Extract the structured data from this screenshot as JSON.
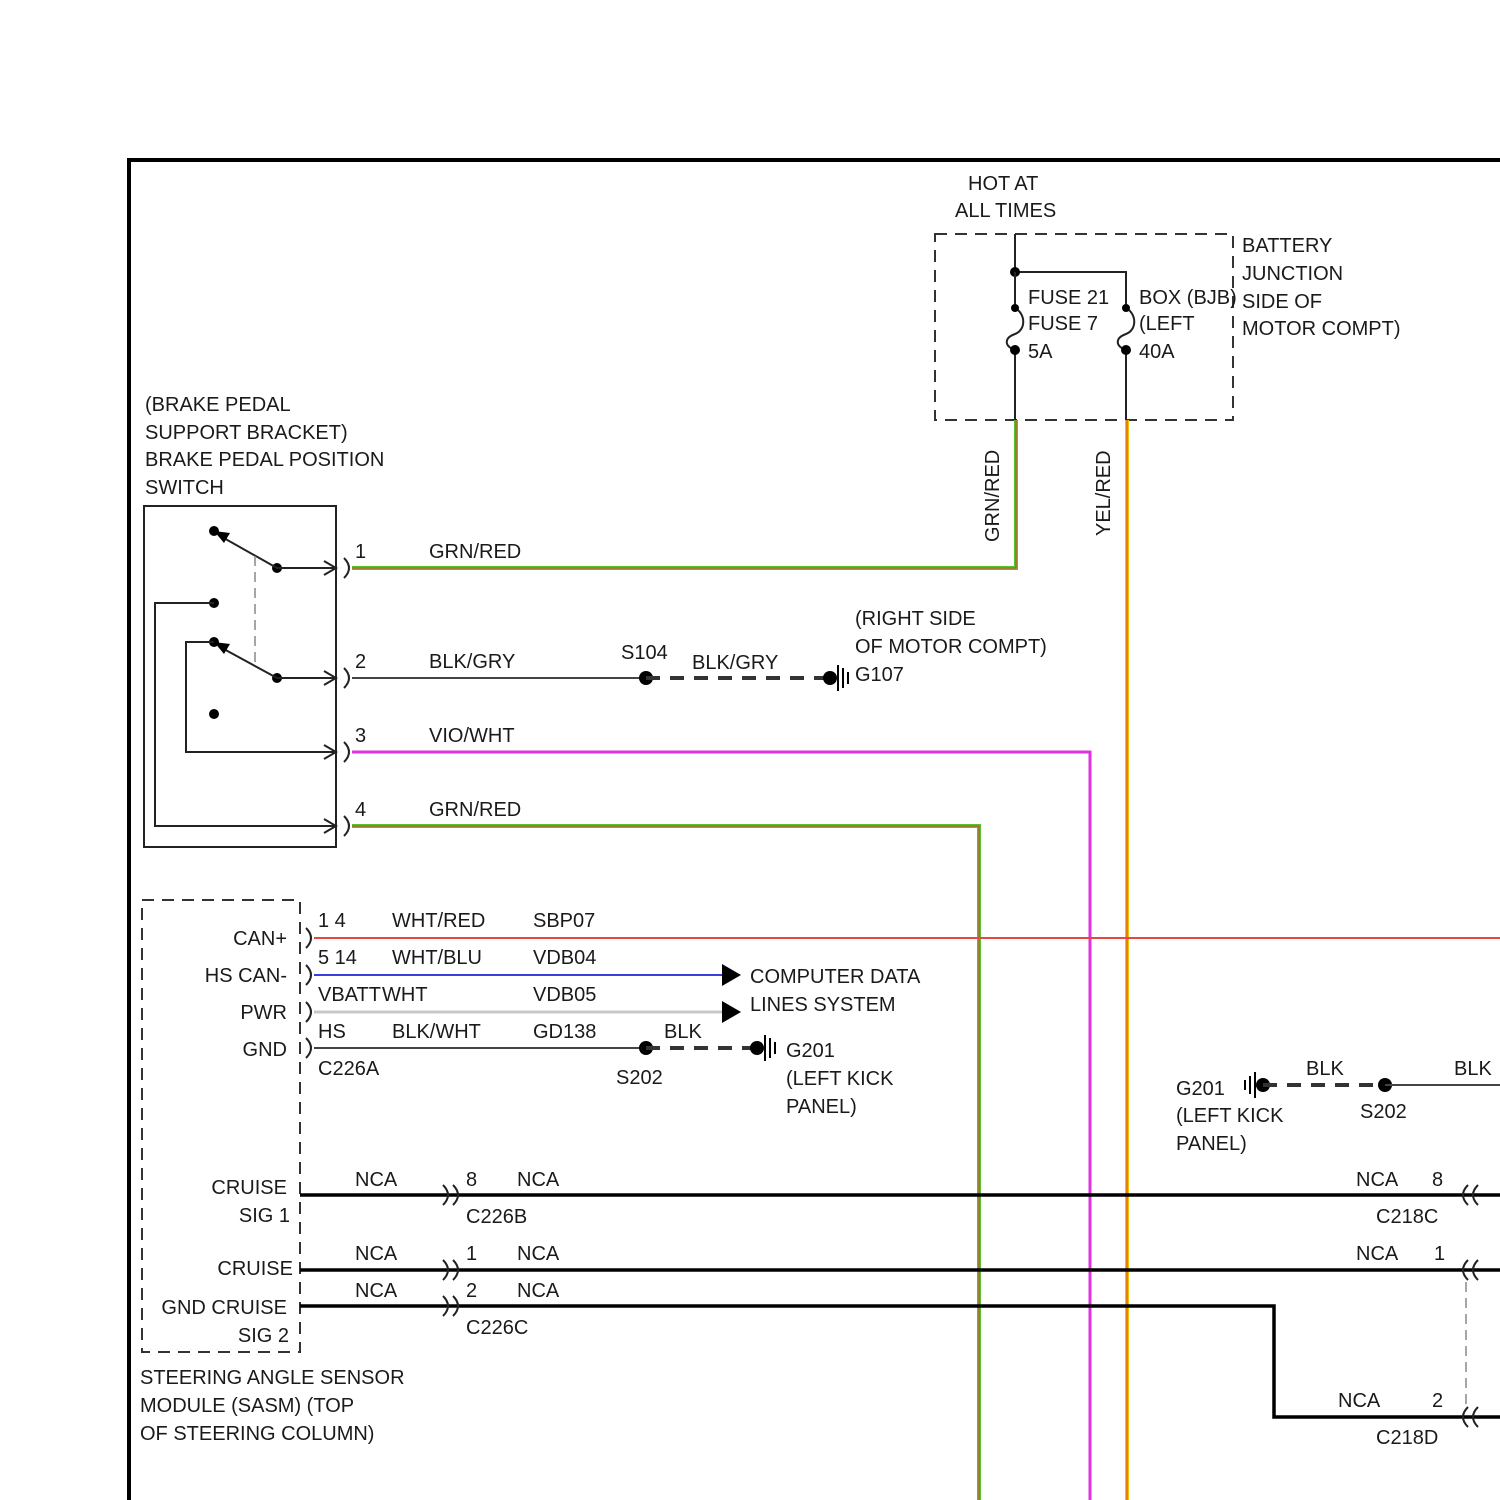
{
  "colors": {
    "grn_red_base": "#59c22a",
    "grn_red_trace": "#d83c3c",
    "yel_red_base": "#f2c200",
    "yel_red_trace": "#d83c3c",
    "vio_wht": "#e033e0",
    "wht_red": "#e84545",
    "wht_blu": "#3c3ce0",
    "vbatt_wht": "#c8c8c8",
    "black": "#222222"
  },
  "power": {
    "hot_line1": "HOT AT",
    "hot_line2": "ALL TIMES",
    "bjb_lines": [
      "BATTERY",
      "JUNCTION",
      "BOX (BJB)",
      "(LEFT",
      "SIDE OF",
      "MOTOR COMPT)"
    ],
    "fuse_a": [
      "FUSE 21",
      "5A"
    ],
    "fuse_b": [
      "FUSE 7",
      "40A"
    ],
    "wire_grn_red": "GRN/RED",
    "wire_yel_red": "YEL/RED"
  },
  "brake_switch": {
    "title_lines": [
      "(BRAKE PEDAL",
      "SUPPORT BRACKET)",
      "BRAKE PEDAL POSITION",
      "SWITCH"
    ],
    "pins": [
      {
        "pin": "1",
        "wire": "GRN/RED"
      },
      {
        "pin": "2",
        "wire": "BLK/GRY"
      },
      {
        "pin": "3",
        "wire": "VIO/WHT"
      },
      {
        "pin": "4",
        "wire": "GRN/RED"
      }
    ],
    "splice": "S104",
    "splice_wire": "BLK/GRY",
    "ground_location": [
      "(RIGHT SIDE",
      "OF MOTOR COMPT)"
    ],
    "ground": "G107"
  },
  "sasm": {
    "title_lines": [
      "STEERING ANGLE SENSOR",
      "MODULE (SASM) (TOP",
      "OF STEERING COLUMN)"
    ],
    "labels": [
      "CAN+",
      "HS CAN-",
      "PWR",
      "GND",
      "CRUISE",
      "SIG 1",
      "CRUISE",
      "GND CRUISE",
      "SIG 2"
    ],
    "rows": [
      {
        "pin": "1 4",
        "wire": "WHT/RED",
        "circuit": "SBP07"
      },
      {
        "pin": "5 14",
        "wire": "WHT/BLU",
        "circuit": "VDB04"
      },
      {
        "pin": "VBATT",
        "wire": "WHT",
        "circuit": "VDB05"
      },
      {
        "pin": "HS",
        "wire": "BLK/WHT",
        "circuit": "GD138"
      }
    ],
    "connector": "C226A",
    "data_lines": [
      "COMPUTER DATA",
      "LINES SYSTEM"
    ],
    "splice": "S202",
    "gnd_wire": "BLK",
    "ground": "G201",
    "ground_location": [
      "(LEFT KICK",
      "PANEL)"
    ]
  },
  "right_ground": {
    "ground": "G201",
    "location": [
      "(LEFT KICK",
      "PANEL)"
    ],
    "wire1": "BLK",
    "wire2": "BLK",
    "splice": "S202"
  },
  "cruise": {
    "nca": "NCA",
    "c226b_pin": "8",
    "c226b": "C226B",
    "c226c_pin1": "1",
    "c226c_pin2": "2",
    "c226c": "C226C",
    "c218c_pin": "8",
    "c218c": "C218C",
    "c218d_pin1": "1",
    "c218d_pin2": "2",
    "c218d": "C218D"
  }
}
